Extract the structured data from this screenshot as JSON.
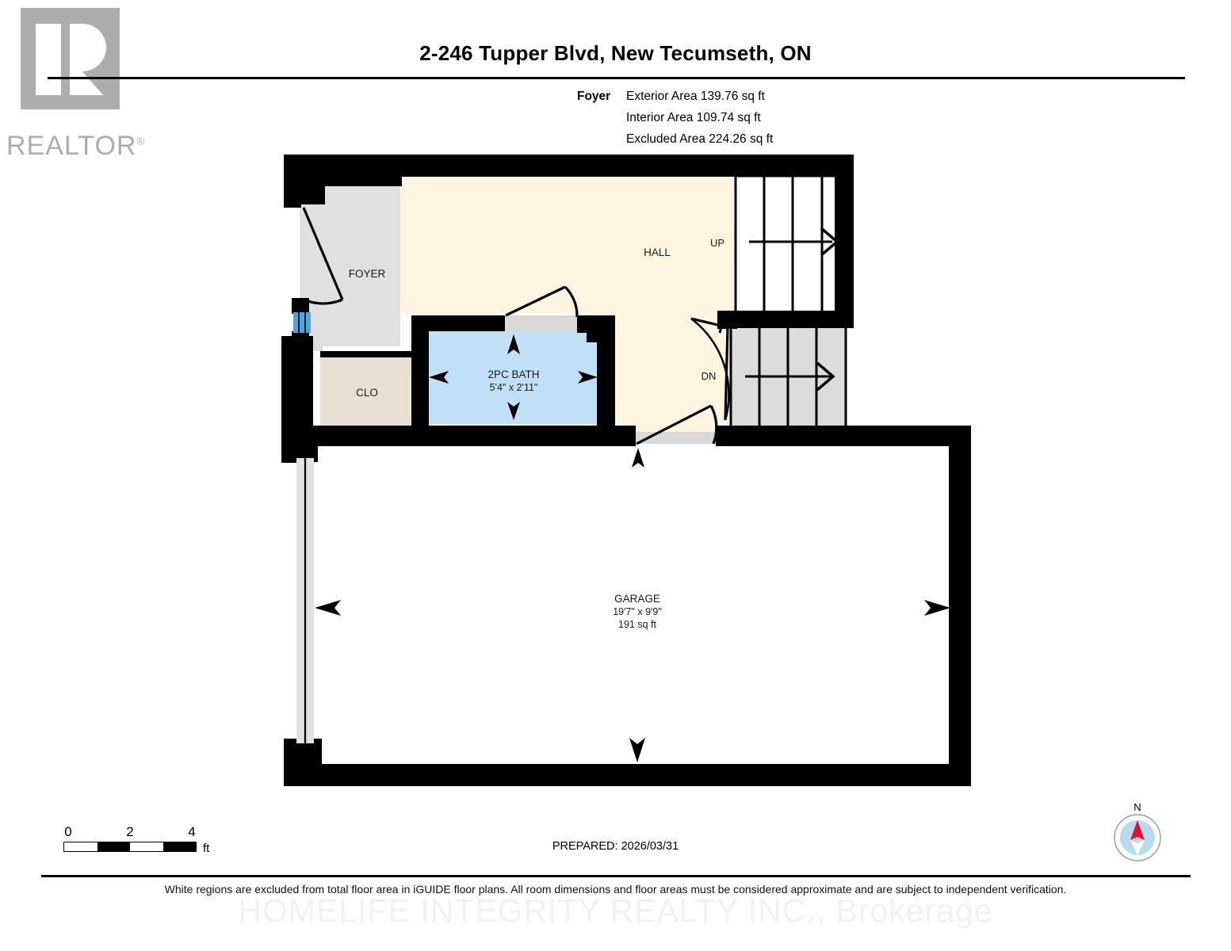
{
  "logo": {
    "wordmark": "REALTOR",
    "registered": "®",
    "mark_name": "realtor-r-mark"
  },
  "header": {
    "title": "2-246 Tupper Blvd, New Tecumseth, ON"
  },
  "area_summary": {
    "level_label": "Foyer",
    "rows": [
      {
        "text": "Exterior Area 139.76 sq ft"
      },
      {
        "text": "Interior Area 109.74 sq ft"
      },
      {
        "text": "Excluded Area 224.26 sq ft"
      }
    ]
  },
  "rooms": [
    {
      "key": "foyer",
      "name": "FOYER",
      "dims": "",
      "area": "",
      "fill": "#e0e0e0"
    },
    {
      "key": "hall",
      "name": "HALL",
      "dims": "",
      "area": "",
      "fill": "#fdf5e0"
    },
    {
      "key": "clo",
      "name": "CLO",
      "dims": "",
      "area": "",
      "fill": "#e8e0d2"
    },
    {
      "key": "bath",
      "name": "2PC BATH",
      "dims": "5'4\" x 2'11\"",
      "area": "",
      "fill": "#bfe0f7"
    },
    {
      "key": "garage",
      "name": "GARAGE",
      "dims": "19'7\" x 9'9\"",
      "area": "191 sq ft",
      "fill": "#ffffff"
    }
  ],
  "stairs": [
    {
      "key": "up",
      "label": "UP",
      "direction": "right",
      "fill": "#ffffff"
    },
    {
      "key": "dn",
      "label": "DN",
      "direction": "right",
      "fill": "#dcdcdc"
    }
  ],
  "scale": {
    "ticks": [
      "0",
      "2",
      "4"
    ],
    "unit": "ft"
  },
  "prepared": {
    "text": "PREPARED: 2026/03/31"
  },
  "compass": {
    "north_label": "N"
  },
  "footer": {
    "disclaimer": "White regions are excluded from total floor area in iGUIDE floor plans. All room dimensions and floor areas must be considered approximate and are subject to independent verification.",
    "watermark": "HOMELIFE INTEGRITY REALTY INC., Brokerage"
  },
  "colors": {
    "wall": "#000000",
    "hall_fill": "#fdf5e0",
    "foyer_fill": "#e0e0e0",
    "bath_fill": "#bfe0f7",
    "clo_fill": "#e8e0d2",
    "stair_dn_fill": "#dcdcdc",
    "window_blue": "#4aa6dd",
    "logo_gray": "#adadad",
    "compass_disc": "#b8dcef",
    "compass_needle": "#e8102a"
  }
}
